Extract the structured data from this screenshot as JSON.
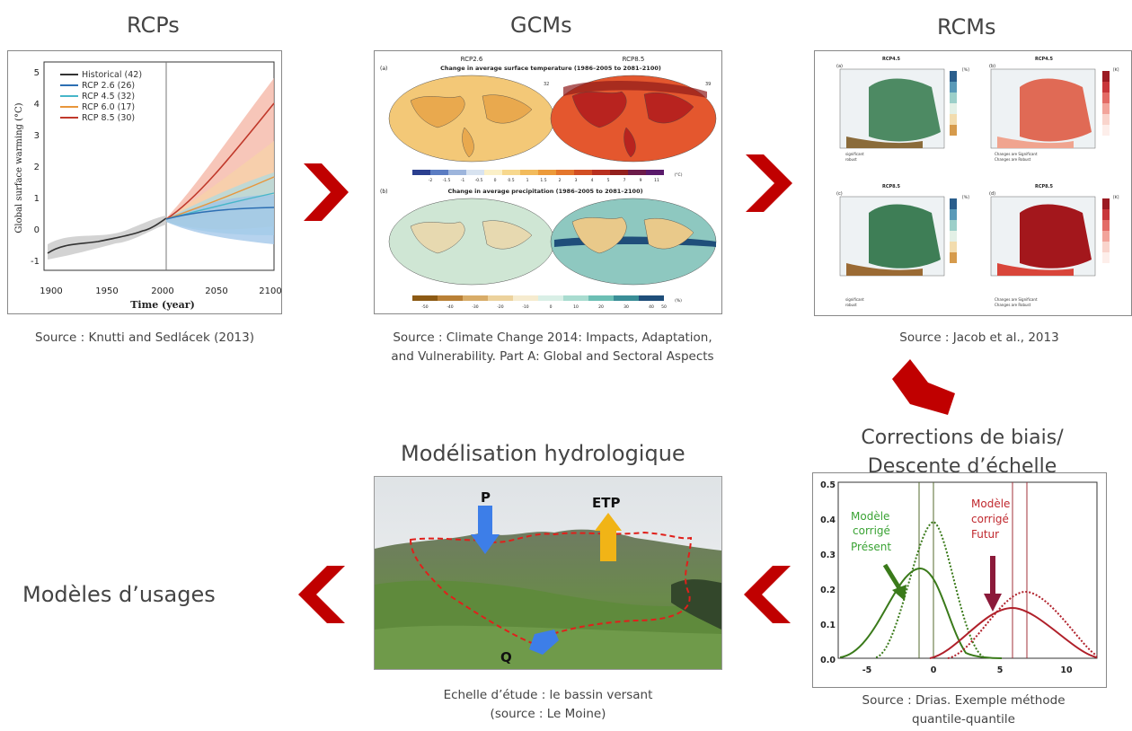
{
  "rcps": {
    "title": "RCPs",
    "source": "Source : Knutti and Sedlácek (2013)",
    "chart": {
      "legend": [
        "Historical (42)",
        "RCP 2.6 (26)",
        "RCP 4.5 (32)",
        "RCP 6.0 (17)",
        "RCP 8.5 (30)"
      ],
      "ylabel": "Global surface warming (°C)",
      "xlabel": "Time (year)",
      "yticks": [
        "5",
        "4",
        "3",
        "2",
        "1",
        "0",
        "-1"
      ],
      "xticks": [
        "1900",
        "1950",
        "2000",
        "2050",
        "2100"
      ]
    }
  },
  "gcms": {
    "title": "GCMs",
    "source_line1": "Source : Climate Change 2014: Impacts, Adaptation,",
    "source_line2": "and Vulnerability. Part A: Global and Sectoral Aspects",
    "map": {
      "col1": "RCP2.6",
      "col2": "RCP8.5",
      "panel_a": "(a)",
      "panel_b": "(b)",
      "temp_title": "Change in average surface temperature (1986–2005 to 2081–2100)",
      "precip_title": "Change in average precipitation (1986–2005 to 2081–2100)",
      "temp_ticks": [
        "-2",
        "-1.5",
        "-1",
        "-0.5",
        "0",
        "0.5",
        "1",
        "1.5",
        "2",
        "3",
        "4",
        "5",
        "7",
        "9",
        "11"
      ],
      "temp_unit": "(°C)",
      "precip_ticks": [
        "-50",
        "-40",
        "-30",
        "-20",
        "-10",
        "0",
        "10",
        "20",
        "30",
        "40",
        "50"
      ],
      "precip_unit": "(%)",
      "n1": "32",
      "n2": "39"
    }
  },
  "rcms": {
    "title": "RCMs",
    "source": "Source : Jacob et al., 2013",
    "panels": {
      "a": "(a)",
      "b": "(b)",
      "c": "(c)",
      "d": "(d)",
      "a_title": "RCP4.5",
      "b_title": "RCP4.5",
      "c_title": "RCP8.5",
      "d_title": "RCP8.5",
      "unit_pct": "[%]",
      "unit_k": "[K]",
      "legend_sig": "significant",
      "legend_rob": "robust",
      "legend_changes_sig": "Changes are Significant",
      "legend_changes_rob": "Changes are Robust"
    }
  },
  "bias": {
    "title_line1": "Corrections de biais/",
    "title_line2": "Descente d’échelle",
    "source_line1": "Source : Drias. Exemple méthode",
    "source_line2": "quantile-quantile",
    "chart": {
      "yticks": [
        "0.5",
        "0.4",
        "0.3",
        "0.2",
        "0.1",
        "0.0"
      ],
      "xticks": [
        "-5",
        "0",
        "5",
        "10"
      ],
      "green_label": [
        "Modèle",
        "corrigé",
        "Présent"
      ],
      "red_label": [
        "Modèle",
        "corrigé",
        "Futur"
      ]
    }
  },
  "hydro": {
    "title": "Modélisation hydrologique",
    "source_line1": "Echelle d’étude : le bassin versant",
    "source_line2": "(source : Le Moine)",
    "labels": {
      "p": "P",
      "etp": "ETP",
      "q": "Q"
    }
  },
  "usages": {
    "title": "Modèles d’usages"
  },
  "colors": {
    "chevron": "#c00000",
    "green": "#3a7a1a",
    "darkred": "#b0202a"
  }
}
